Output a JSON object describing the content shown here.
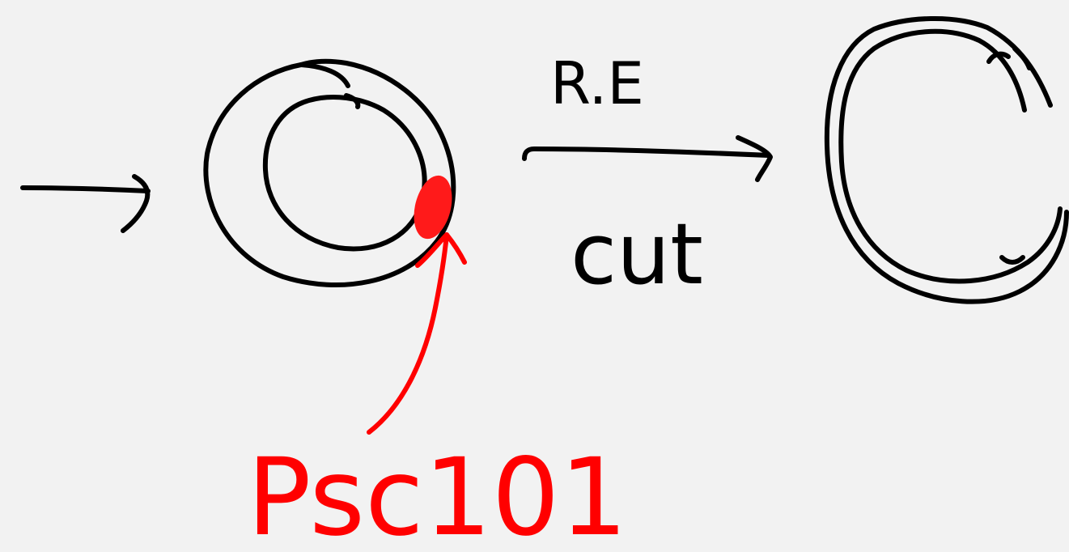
{
  "diagram": {
    "labels": {
      "enzyme": "R.E",
      "action": "cut",
      "site": "Psc101"
    },
    "colors": {
      "background": "#f2f2f2",
      "ink": "#000000",
      "annotation": "#ff0000"
    }
  }
}
